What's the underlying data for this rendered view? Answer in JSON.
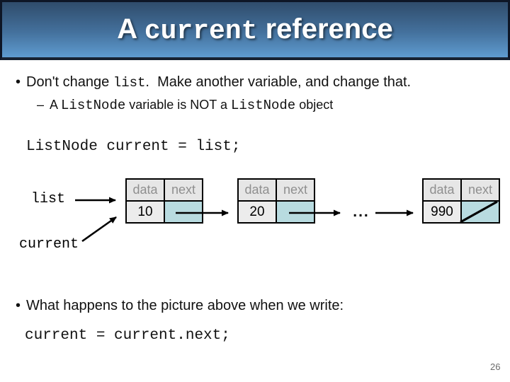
{
  "slide": {
    "title": {
      "part1": "A ",
      "code": "current",
      "part2": " reference"
    },
    "bullet1": {
      "bullet": "•",
      "pre": "Don't change ",
      "code": "list",
      "post": ".  Make another variable, and change that."
    },
    "subbullet": {
      "dash": "–",
      "seg1": "A ",
      "code1": "ListNode",
      "seg2": " variable is NOT a ",
      "code2": "ListNode",
      "seg3": " object"
    },
    "code_line1": "ListNode current = list;",
    "bullet2": {
      "bullet": "•",
      "text": "What happens to the picture above when we write:"
    },
    "code_line2": "current = current.next;",
    "page_number": "26"
  },
  "diagram": {
    "list_label": "list",
    "current_label": "current",
    "ellipsis": "...",
    "header_data": "data",
    "header_next": "next",
    "nodes": [
      {
        "data": "10",
        "next": "pointer-to-next"
      },
      {
        "data": "20",
        "next": "pointer-to-next"
      },
      {
        "data": "990",
        "next": "null"
      }
    ],
    "colors": {
      "header_gradient_top": "#2f4c6b",
      "header_gradient_bottom": "#5f9cd0",
      "header_border": "#0e1626",
      "node_header_bg": "#e6e6e6",
      "node_header_text": "#8f8f8f",
      "node_value_bg": "#ececec",
      "node_next_bg": "#b8dbe0",
      "arrow": "#000000",
      "page_number_text": "#6b6b6b"
    }
  }
}
